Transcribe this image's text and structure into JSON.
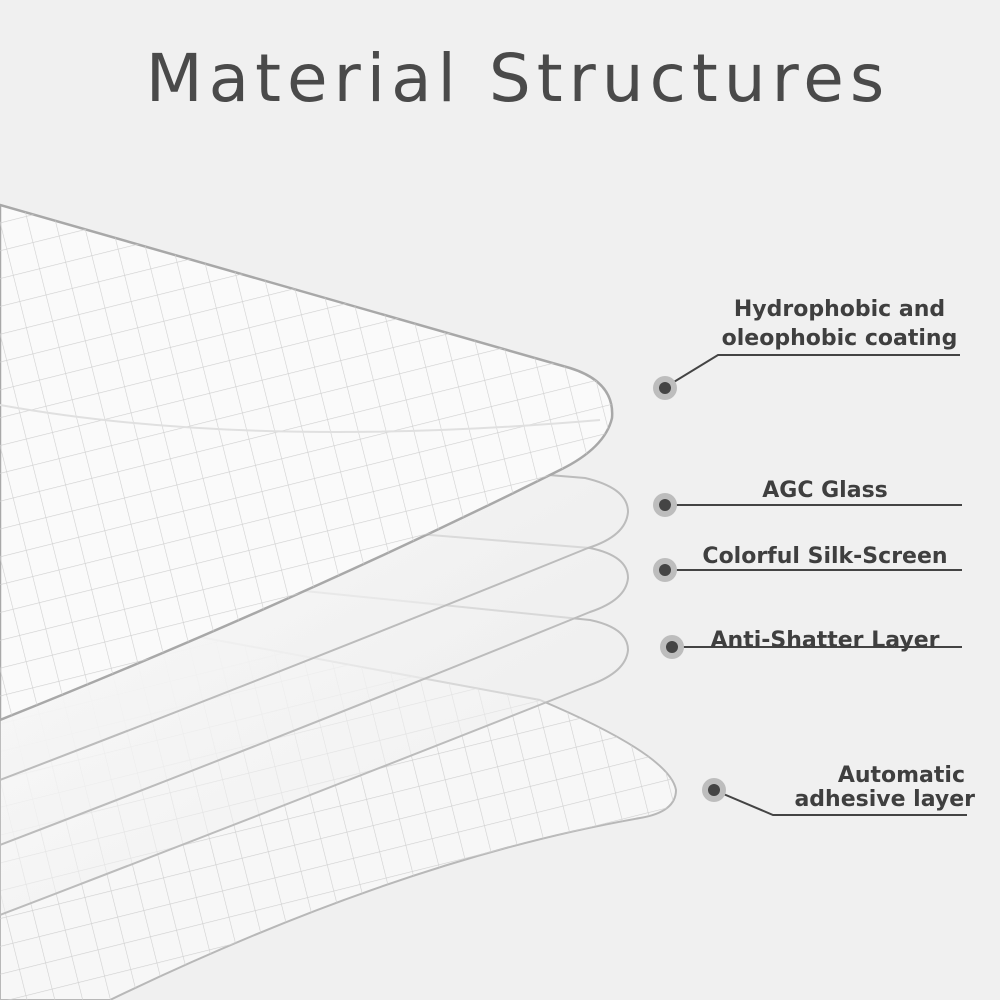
{
  "title": "Material Structures",
  "layers": [
    {
      "label_line1": "Hydrophobic and",
      "label_line2": "oleophobic coating"
    },
    {
      "label": "AGC Glass"
    },
    {
      "label": "Colorful Silk-Screen"
    },
    {
      "label": "Anti-Shatter Layer"
    },
    {
      "label_line1": "Automatic",
      "label_line2": "adhesive layer"
    }
  ],
  "colors": {
    "background": "#f0f0f0",
    "text": "#3f3f3f",
    "dot": "#444444",
    "dot_halo": "#bdbdbd"
  }
}
